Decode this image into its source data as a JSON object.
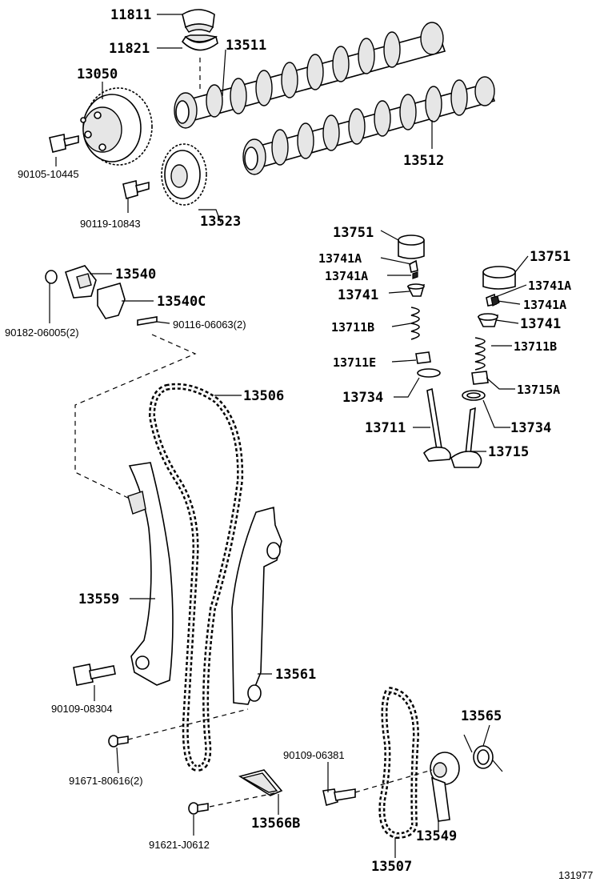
{
  "labels": {
    "p11811": "11811",
    "p11821": "11821",
    "p13511": "13511",
    "p13050": "13050",
    "p90105": "90105-10445",
    "p13512": "13512",
    "p90119": "90119-10843",
    "p13523": "13523",
    "p13751_a": "13751",
    "p13741a_1": "13741A",
    "p13741a_2": "13741A",
    "p13741_a": "13741",
    "p13711b_a": "13711B",
    "p13711e": "13711E",
    "p13734_a": "13734",
    "p13711": "13711",
    "p13751_b": "13751",
    "p13741a_3": "13741A",
    "p13741a_4": "13741A",
    "p13741_b": "13741",
    "p13711b_b": "13711B",
    "p13715a": "13715A",
    "p13734_b": "13734",
    "p13715": "13715",
    "p13540": "13540",
    "p13540c": "13540C",
    "p90182": "90182-06005(2)",
    "p90116": "90116-06063(2)",
    "p13506": "13506",
    "p13559": "13559",
    "p13561": "13561",
    "p90109_a": "90109-08304",
    "p91671": "91671-80616(2)",
    "p13565": "13565",
    "p90109_b": "90109-06381",
    "p13549": "13549",
    "p13566b": "13566B",
    "p91621": "91621-J0612",
    "p13507": "13507"
  },
  "figure_code": "131977"
}
